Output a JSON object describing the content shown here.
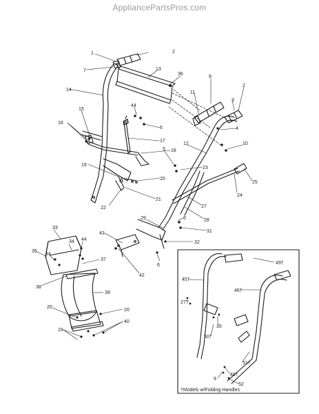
{
  "site_title": "AppliancePartsPros.com",
  "inset_caption": "†Models w/Folding Handles",
  "colors": {
    "line": "#1a1a1a",
    "watermark": "#9a9a9a",
    "background": "#ffffff"
  },
  "callouts": [
    "1",
    "2",
    "7",
    "13",
    "36",
    "8",
    "11",
    "3",
    "2",
    "14",
    "15",
    "16",
    "44",
    "6",
    "17",
    "18",
    "12",
    "5",
    "4",
    "10",
    "19",
    "20",
    "21",
    "22",
    "23",
    "25",
    "24",
    "27",
    "28",
    "29",
    "6",
    "31",
    "43",
    "32",
    "42",
    "6",
    "33",
    "34",
    "44",
    "35",
    "34",
    "37",
    "38",
    "39",
    "20",
    "20",
    "40",
    "19",
    "49†",
    "45†",
    "46†",
    "27†",
    "35",
    "50†",
    "51†",
    "48†",
    "9",
    "52"
  ]
}
